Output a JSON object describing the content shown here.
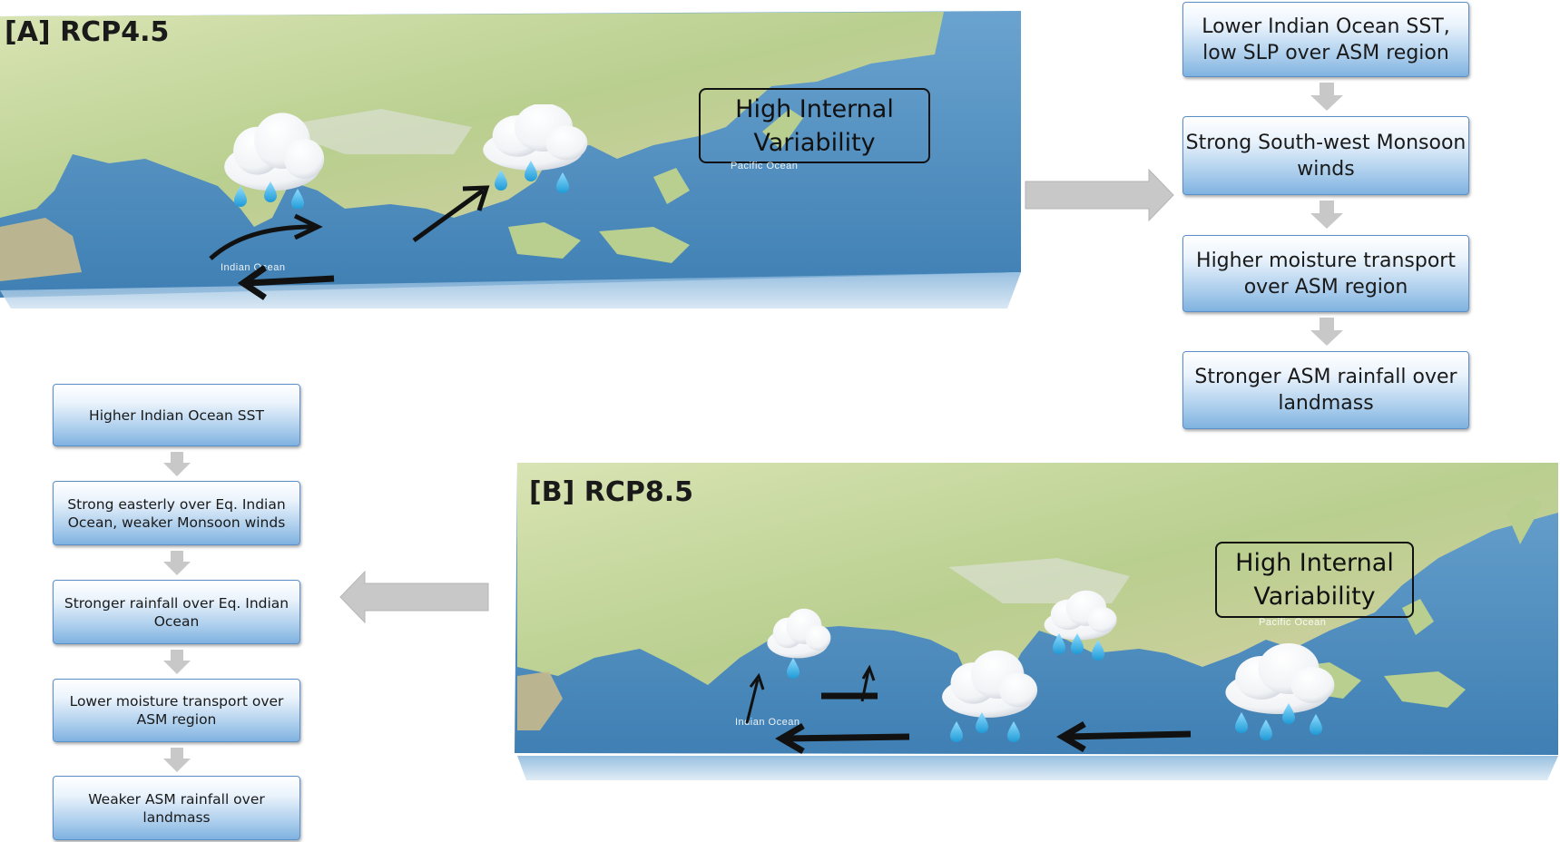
{
  "panel_a": {
    "title": "[A] RCP4.5",
    "annotation": "High Internal Variability",
    "ocean_labels": [
      "Indian Ocean",
      "Pacific Ocean"
    ]
  },
  "flow_a": {
    "steps": [
      "Lower Indian Ocean SST, low SLP over ASM region",
      "Strong South-west Monsoon winds",
      "Higher moisture transport over ASM region",
      "Stronger ASM rainfall over landmass"
    ]
  },
  "panel_b": {
    "title": "[B] RCP8.5",
    "annotation": "High Internal Variability",
    "ocean_labels": [
      "Indian Ocean",
      "Pacific Ocean"
    ]
  },
  "flow_b": {
    "steps": [
      "Higher Indian Ocean SST",
      "Strong easterly over Eq. Indian Ocean, weaker Monsoon winds",
      "Stronger rainfall over Eq. Indian Ocean",
      "Lower moisture transport over ASM region",
      "Weaker ASM rainfall over landmass"
    ]
  },
  "colors": {
    "ocean": "#4f8fc0",
    "land": "#c8d6a0",
    "box_border": "#5b8fc7",
    "arrow_gray": "#c8c8c8",
    "rain_drop": "#3fb3e6"
  },
  "icons": [
    "rain-cloud-icon",
    "wind-arrow-icon",
    "flow-arrow-icon"
  ]
}
